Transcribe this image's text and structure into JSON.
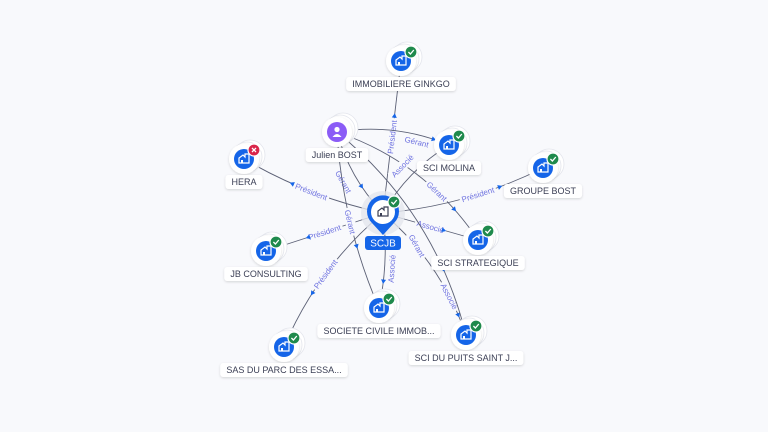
{
  "colors": {
    "accent": "#1565e8",
    "person": "#8b5cf6",
    "ok": "#1f8a4c",
    "error": "#d9254a",
    "edge_label": "#6f73e0"
  },
  "center": {
    "id": "scjb",
    "label": "SCJB",
    "status": "ok"
  },
  "nodes": [
    {
      "id": "ginkgo",
      "label": "IMMOBILIERE GINKGO",
      "type": "company",
      "status": "ok"
    },
    {
      "id": "julien",
      "label": "Julien BOST",
      "type": "person",
      "status": "none"
    },
    {
      "id": "molina",
      "label": "SCI MOLINA",
      "type": "company",
      "status": "ok"
    },
    {
      "id": "hera",
      "label": "HERA",
      "type": "company",
      "status": "error"
    },
    {
      "id": "groupe",
      "label": "GROUPE BOST",
      "type": "company",
      "status": "ok"
    },
    {
      "id": "jbc",
      "label": "JB CONSULTING",
      "type": "company",
      "status": "ok"
    },
    {
      "id": "strat",
      "label": "SCI STRATEGIQUE",
      "type": "company",
      "status": "ok"
    },
    {
      "id": "sci_immo",
      "label": "SOCIETE CIVILE IMMOB...",
      "type": "company",
      "status": "ok"
    },
    {
      "id": "sas",
      "label": "SAS DU PARC DES ESSA...",
      "type": "company",
      "status": "ok"
    },
    {
      "id": "puits",
      "label": "SCI DU PUITS SAINT J...",
      "type": "company",
      "status": "ok"
    }
  ],
  "edges": [
    {
      "from": "scjb",
      "to": "ginkgo",
      "label": "Président"
    },
    {
      "from": "julien",
      "to": "molina",
      "label": "Gérant"
    },
    {
      "from": "julien",
      "to": "scjb",
      "label": "Gérant"
    },
    {
      "from": "julien",
      "to": "strat",
      "label": "Gérant"
    },
    {
      "from": "scjb",
      "to": "molina",
      "label": "Associé"
    },
    {
      "from": "scjb",
      "to": "hera",
      "label": "Président"
    },
    {
      "from": "scjb",
      "to": "groupe",
      "label": "Président"
    },
    {
      "from": "scjb",
      "to": "jbc",
      "label": "Président"
    },
    {
      "from": "scjb",
      "to": "strat",
      "label": "Associé"
    },
    {
      "from": "julien",
      "to": "sci_immo",
      "label": "Gérant"
    },
    {
      "from": "scjb",
      "to": "sci_immo",
      "label": "Associé"
    },
    {
      "from": "scjb",
      "to": "sas",
      "label": "Président"
    },
    {
      "from": "scjb",
      "to": "puits",
      "label": "Associé"
    },
    {
      "from": "julien",
      "to": "puits",
      "label": "Gérant"
    }
  ]
}
